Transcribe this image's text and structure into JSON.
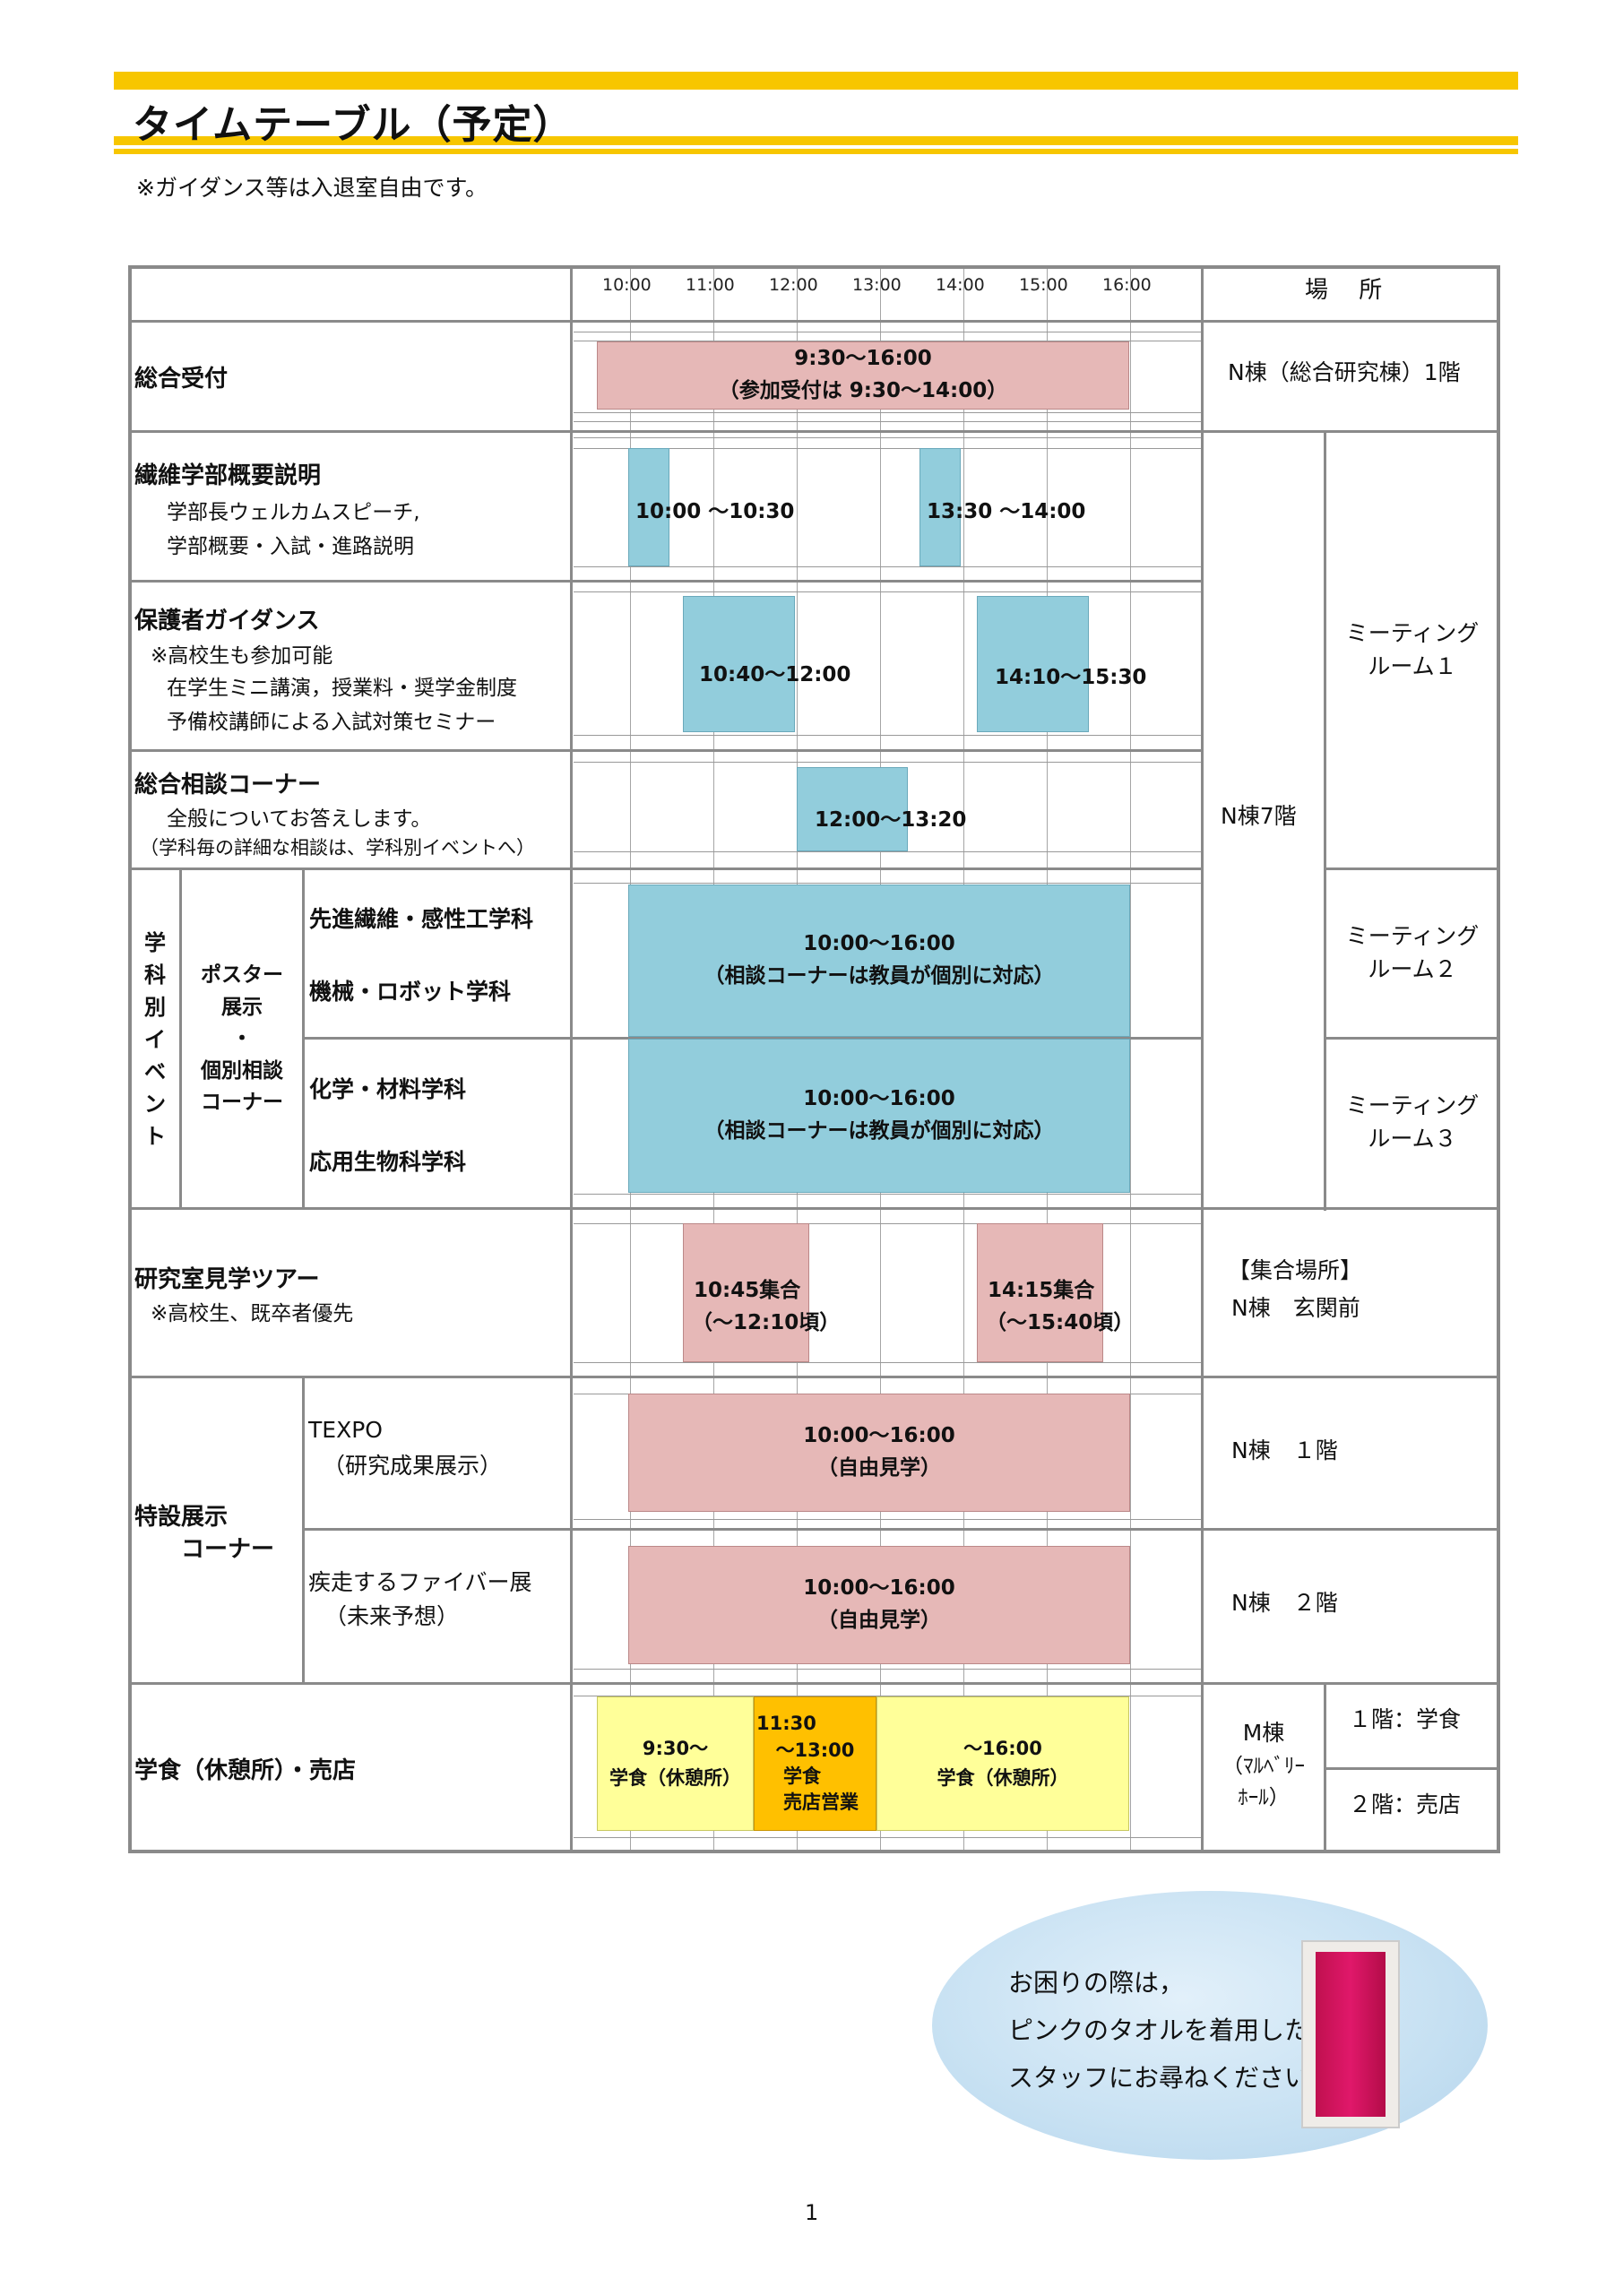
{
  "title": "タイムテーブル（予定）",
  "note": "※ガイダンス等は入退室自由です。",
  "header": {
    "times": [
      "10:00",
      "11:00",
      "12:00",
      "13:00",
      "14:00",
      "15:00",
      "16:00"
    ],
    "place": "場　 所"
  },
  "rows": {
    "reception": {
      "label": "総合受付",
      "bar_time": "9:30～16:00",
      "bar_note": "（参加受付は 9:30～14:00）",
      "place": "N棟（総合研究棟）1階"
    },
    "overview": {
      "label": "繊維学部概要説明",
      "sub1": "学部長ウェルカムスピーチ,",
      "sub2": "学部概要・入試・進路説明",
      "bar1": "10:00 ～10:30",
      "bar2": "13:30 ～14:00"
    },
    "parents": {
      "label": "保護者ガイダンス",
      "sub1": "※高校生も参加可能",
      "sub2": "在学生ミニ講演，授業料・奨学金制度",
      "sub3": "予備校講師による入試対策セミナー",
      "bar1": "10:40～12:00",
      "bar2": "14:10～15:30"
    },
    "consult": {
      "label": "総合相談コーナー",
      "sub1": "全般についてお答えします。",
      "sub2": "（学科毎の詳細な相談は、学科別イベントへ）",
      "bar": "12:00～13:20"
    },
    "dept": {
      "side_label": [
        "学",
        "科",
        "別",
        "イ",
        "ベ",
        "ン",
        "ト"
      ],
      "poster": [
        "ポスター",
        "展示",
        "・",
        "個別相談",
        "コーナー"
      ],
      "dept1": "先進繊維・感性工学科",
      "dept2": "機械・ロボット学科",
      "dept3": "化学・材料学科",
      "dept4": "応用生物科学科",
      "bar_time": "10:00～16:00",
      "bar_note": "（相談コーナーは教員が個別に対応）"
    },
    "lab_tour": {
      "label": "研究室見学ツアー",
      "sub1": "※高校生、既卒者優先",
      "bar1_a": "10:45集合",
      "bar1_b": "（～12:10頃）",
      "bar2_a": "14:15集合",
      "bar2_b": "（～15:40頃）",
      "place1": "【集合場所】",
      "place2": "N棟　玄関前"
    },
    "exhibit": {
      "label1": "特設展示",
      "label2": "コーナー",
      "item1_a": "TEXPO",
      "item1_b": "（研究成果展示）",
      "item2_a": "疾走するファイバー展",
      "item2_b": "（未来予想）",
      "bar_time": "10:00～16:00",
      "bar_note": "（自由見学）",
      "place1": "N棟　１階",
      "place2": "N棟　２階"
    },
    "cafeteria": {
      "label": "学食（休憩所）・売店",
      "bar1_a": "9:30～",
      "bar1_b": "学食（休憩所）",
      "bar2_a": "11:30",
      "bar2_b": "～13:00",
      "bar2_c": "学食",
      "bar2_d": "売店営業",
      "bar3_a": "～16:00",
      "bar3_b": "学食（休憩所）",
      "place_main": [
        "M棟",
        "（ﾏﾙﾍﾞﾘｰ",
        "ﾎｰﾙ）"
      ],
      "place_f1": "１階：学食",
      "place_f2": "２階：売店"
    }
  },
  "places": {
    "n7": "N棟7階",
    "room1": [
      "ミーティング",
      "ルーム１"
    ],
    "room2": [
      "ミーティング",
      "ルーム２"
    ],
    "room3": [
      "ミーティング",
      "ルーム３"
    ]
  },
  "help": {
    "line1": "お困りの際は，",
    "line2": "ピンクのタオルを着用した",
    "line3": "スタッフにお尋ねください。"
  },
  "page_number": "1",
  "colors": {
    "accent_band": "#f7c600",
    "pink_bar": "#e6b8b7",
    "blue_bar": "#92cddc",
    "yellow_bar": "#ffff99",
    "orange_bar": "#ffc000"
  }
}
